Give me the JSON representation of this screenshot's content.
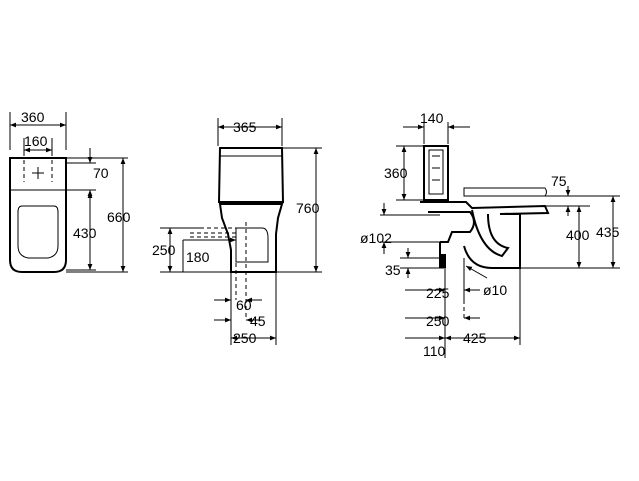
{
  "views": {
    "front": {
      "width": "360",
      "inner_width": "160",
      "offset_top": "70",
      "lower_height": "430",
      "total_height": "660"
    },
    "rear": {
      "width": "365",
      "total_height": "760",
      "outlet_height": "250",
      "outlet_offset": "180",
      "outlet_dim_a": "60",
      "outlet_dim_b": "45",
      "base_width": "250"
    },
    "side": {
      "cistern_width": "140",
      "cistern_height": "360",
      "seat_offset": "75",
      "pipe_diameter": "ø102",
      "seat_height": "400",
      "total_height": "435",
      "outlet_height": "35",
      "outlet_dim": "225",
      "fixing_diameter": "ø10",
      "floor_dim": "250",
      "wall_dim": "110",
      "depth_dim": "425"
    }
  }
}
